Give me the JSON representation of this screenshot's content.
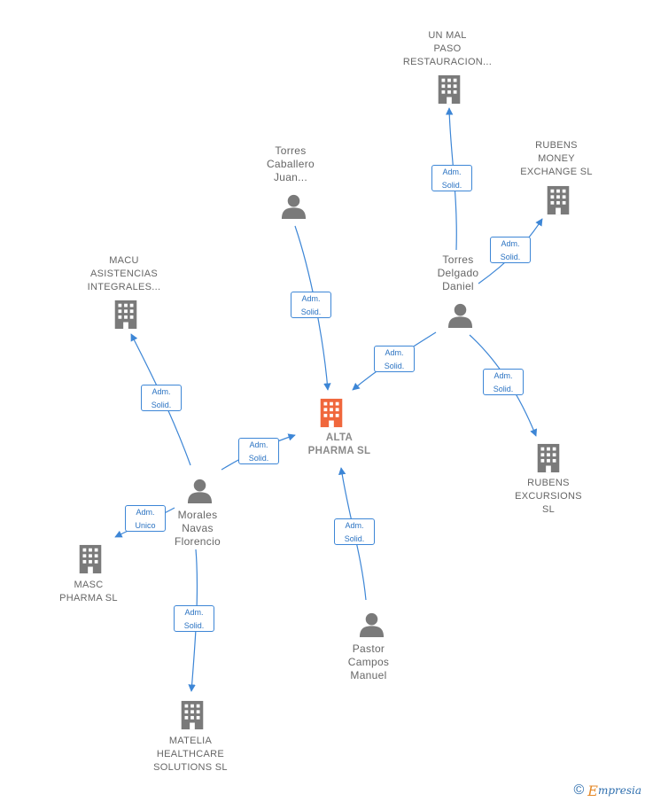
{
  "colors": {
    "edge": "#3d86d6",
    "building": "#7a7a7a",
    "main_building": "#f0673c",
    "person": "#7a7a7a",
    "label_text": "#666666"
  },
  "nodes": {
    "alta": {
      "type": "company-main",
      "lines": [
        "ALTA",
        "PHARMA  SL"
      ]
    },
    "unmal": {
      "type": "company",
      "lines": [
        "UN MAL",
        "PASO",
        "RESTAURACION..."
      ]
    },
    "rubens_money": {
      "type": "company",
      "lines": [
        "RUBENS",
        "MONEY",
        "EXCHANGE  SL"
      ]
    },
    "rubens_exc": {
      "type": "company",
      "lines": [
        "RUBENS",
        "EXCURSIONS",
        "SL"
      ]
    },
    "macu": {
      "type": "company",
      "lines": [
        "MACU",
        "ASISTENCIAS",
        "INTEGRALES..."
      ]
    },
    "masc": {
      "type": "company",
      "lines": [
        "MASC",
        "PHARMA  SL"
      ]
    },
    "matelia": {
      "type": "company",
      "lines": [
        "MATELIA",
        "HEALTHCARE",
        "SOLUTIONS  SL"
      ]
    },
    "torres_caballero": {
      "type": "person",
      "lines": [
        "Torres",
        "Caballero",
        "Juan..."
      ]
    },
    "torres_delgado": {
      "type": "person",
      "lines": [
        "Torres",
        "Delgado",
        "Daniel"
      ]
    },
    "morales": {
      "type": "person",
      "lines": [
        "Morales",
        "Navas",
        "Florencio"
      ]
    },
    "pastor": {
      "type": "person",
      "lines": [
        "Pastor",
        "Campos",
        "Manuel"
      ]
    }
  },
  "edges": [
    {
      "id": "e1",
      "lines": [
        "Adm.",
        "Solid."
      ]
    },
    {
      "id": "e2",
      "lines": [
        "Adm.",
        "Solid."
      ]
    },
    {
      "id": "e3",
      "lines": [
        "Adm.",
        "Solid."
      ]
    },
    {
      "id": "e4",
      "lines": [
        "Adm.",
        "Solid."
      ]
    },
    {
      "id": "e5",
      "lines": [
        "Adm.",
        "Solid."
      ]
    },
    {
      "id": "e6",
      "lines": [
        "Adm.",
        "Solid."
      ]
    },
    {
      "id": "e7",
      "lines": [
        "Adm.",
        "Solid."
      ]
    },
    {
      "id": "e8",
      "lines": [
        "Adm.",
        "Unico"
      ]
    },
    {
      "id": "e9",
      "lines": [
        "Adm.",
        "Solid."
      ]
    },
    {
      "id": "e10",
      "lines": [
        "Adm.",
        "Solid."
      ]
    }
  ],
  "footer": {
    "copyright": "©",
    "brand_initial": "E",
    "brand_rest": "mpresia"
  }
}
